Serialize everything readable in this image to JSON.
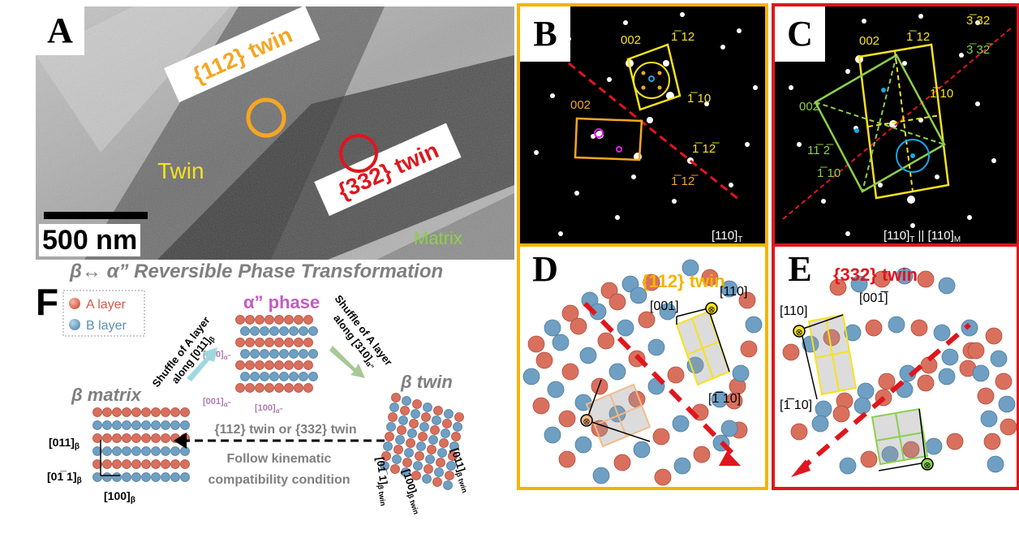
{
  "panelA": {
    "letter": "A",
    "label_112": "{112} twin",
    "label_332": "{332} twin",
    "label_twin": "Twin",
    "label_matrix": "Matrix",
    "scale": "500 nm",
    "colors": {
      "orange": "#f5a623",
      "red": "#e0161d",
      "yellow": "#f7e21c",
      "green": "#8ccf4d"
    }
  },
  "panelB": {
    "letter": "B",
    "labels_yellow": [
      "002",
      "1̅ 12",
      "1̅ 10",
      "1̅ 12̅"
    ],
    "labels_orange": [
      "002",
      "1̅ 12̅"
    ],
    "zone": "[110]",
    "zone_sub": "T"
  },
  "panelC": {
    "letter": "C",
    "labels_yellow": [
      "002",
      "1̅ 12",
      "1̅ 10",
      "3̅ 32"
    ],
    "labels_green": [
      "002",
      "11̅ 2̅",
      "1̅ 10",
      "3̅ 32̅"
    ],
    "zone_left": "[110]",
    "zone_left_sub": "T",
    "zone_sep": " || ",
    "zone_right": "[110]",
    "zone_right_sub": "M"
  },
  "panelD": {
    "letter": "D",
    "title": "{112} twin",
    "dir_001": "[001]",
    "dir_110": "[110]",
    "dir_m110": "[1̅ 10]"
  },
  "panelE": {
    "letter": "E",
    "title": "{332} twin",
    "dir_110": "[110]",
    "dir_00m1": "[001̅]",
    "dir_m110": "[1̅ 10]"
  },
  "panelF": {
    "letter": "F",
    "title": "β↔ α” Reversible Phase Transformation",
    "legend_a": "A layer",
    "legend_b": "B layer",
    "alpha_phase": "α” phase",
    "shuffle_left_1": "Shuffle of A layer",
    "shuffle_left_2": "along [011]",
    "shuffle_left_sub": "β",
    "shuffle_right_1": "Shuffle of A layer",
    "shuffle_right_2": "along [310]",
    "shuffle_right_sub": "α”",
    "alpha_010": "[010]",
    "alpha_001": "[001]",
    "alpha_100": "[100]",
    "alpha_sub": "α”",
    "beta_matrix": "β matrix",
    "beta_twin": "β twin",
    "dir_011": "[011]",
    "dir_0m11": "[01̅ 1]",
    "dir_100": "[100]",
    "beta_sub": "β",
    "twin_dir_011": "[011]",
    "twin_dir_0m11": "[01̅ 1]",
    "twin_dir_100": "[100]",
    "twin_sub": "β twin",
    "twin_caption": "{112} twin or {332} twin",
    "follow_1": "Follow kinematic",
    "follow_2": "compatibility condition"
  }
}
